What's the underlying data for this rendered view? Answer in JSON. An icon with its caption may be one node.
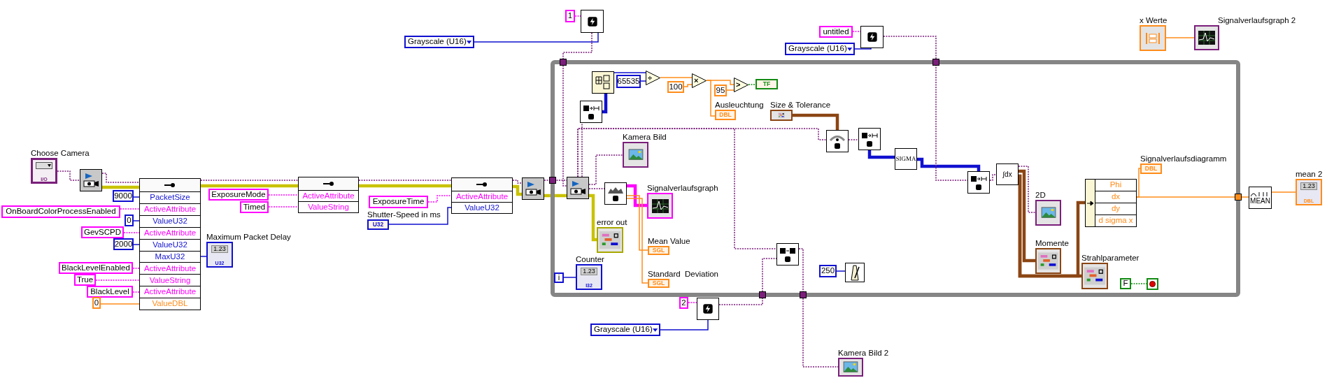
{
  "diagram": {
    "nodes": [
      {
        "text": [
          "Choose Camera",
          "I/O"
        ]
      },
      {
        "text": [],
        "shape": "box"
      },
      {
        "text": [
          "PacketSize",
          "ActiveAttribute",
          "ValueU32",
          "ActiveAttribute",
          "ValueU32",
          "MaxU32",
          "ActiveAttribute",
          "ValueString",
          "ActiveAttribute",
          "ValueDBL"
        ]
      },
      {
        "text": [
          "9000"
        ]
      },
      {
        "text": [
          "OnBoardColorProcessEnabled"
        ]
      },
      {
        "text": [
          "0"
        ]
      },
      {
        "text": [
          "GevSCPD"
        ]
      },
      {
        "text": [
          "2000"
        ]
      },
      {
        "text": [
          "BlackLevelEnabled"
        ]
      },
      {
        "text": [
          "True"
        ]
      },
      {
        "text": [
          "BlackLevel"
        ]
      },
      {
        "text": [
          "0"
        ]
      },
      {
        "text": [
          "Maximum Packet Delay",
          "1.23",
          "U32"
        ]
      },
      {
        "text": [
          "ActiveAttribute",
          "ValueString"
        ]
      },
      {
        "text": [
          "ExposureMode"
        ]
      },
      {
        "text": [
          "Timed"
        ]
      },
      {
        "text": [
          "ActiveAttribute",
          "ValueU32"
        ]
      },
      {
        "text": [
          "ExposureTime"
        ]
      },
      {
        "text": [
          "Shutter-Speed in ms",
          "U32"
        ]
      },
      {
        "text": [],
        "shape": "box"
      },
      {
        "text": [
          "Grayscale (U16)"
        ]
      },
      {
        "text": [
          "1"
        ]
      },
      {
        "text": [],
        "shape": "box"
      },
      {
        "text": [],
        "shape": "box"
      },
      {
        "text": [],
        "shape": "box",
        "in": 23
      },
      {
        "text": [],
        "shape": "box",
        "in": 23
      },
      {
        "text": [
          "65535"
        ],
        "in": 23
      },
      {
        "text": [
          "÷"
        ],
        "in": 23
      },
      {
        "text": [
          "100"
        ],
        "in": 23
      },
      {
        "text": [
          "×"
        ],
        "in": 23
      },
      {
        "text": [
          "95"
        ],
        "in": 23
      },
      {
        "text": [
          ">"
        ],
        "in": 23
      },
      {
        "text": [
          "TF"
        ],
        "in": 23
      },
      {
        "text": [
          "Ausleuchtung",
          "DBL"
        ],
        "in": 23
      },
      {
        "text": [
          "Size & Tolerance"
        ],
        "in": 23
      },
      {
        "text": [],
        "shape": "box",
        "in": 23
      },
      {
        "text": [
          "Kamera Bild"
        ],
        "in": 23
      },
      {
        "text": [],
        "shape": "box",
        "in": 23
      },
      {
        "text": [
          "Signalverlaufsgraph"
        ],
        "in": 23
      },
      {
        "text": [
          "error out"
        ],
        "in": 23
      },
      {
        "text": [
          "Mean Value",
          "SGL"
        ],
        "in": 23
      },
      {
        "text": [
          "Standard  Deviation",
          "SGL"
        ],
        "in": 23
      },
      {
        "text": [
          "Counter",
          "1.23",
          "I32"
        ],
        "in": 23
      },
      {
        "text": [
          "i"
        ],
        "in": 23
      },
      {
        "text": [],
        "shape": "box",
        "in": 23
      },
      {
        "text": [],
        "shape": "box",
        "in": 23
      },
      {
        "text": [
          "SIGMA"
        ],
        "in": 23
      },
      {
        "text": [],
        "shape": "box",
        "in": 23
      },
      {
        "text": [
          "∫dx"
        ],
        "in": 23
      },
      {
        "text": [
          "2D"
        ],
        "in": 23
      },
      {
        "text": [
          "Momente"
        ],
        "in": 23
      },
      {
        "text": [
          "Strahlparameter"
        ],
        "in": 23
      },
      {
        "text": [
          "Phi",
          "dx",
          "dy",
          "d sigma x"
        ],
        "in": 23
      },
      {
        "text": [
          "Signalverlaufsdiagramm",
          "DBL"
        ],
        "in": 23
      },
      {
        "text": [
          "F"
        ],
        "in": 23
      },
      {
        "text": [],
        "shape": "box",
        "in": 23
      },
      {
        "text": [
          "250"
        ],
        "in": 23
      },
      {
        "text": [],
        "shape": "picture",
        "in": 23
      },
      {
        "text": [],
        "shape": "box",
        "in": 23
      },
      {
        "text": [
          "2"
        ]
      },
      {
        "text": [],
        "shape": "box"
      },
      {
        "text": [
          "Grayscale (U16)"
        ]
      },
      {
        "text": [
          "Kamera Bild 2"
        ]
      },
      {
        "text": [
          "untitled"
        ]
      },
      {
        "text": [],
        "shape": "box"
      },
      {
        "text": [
          "Grayscale (U16)"
        ]
      },
      {
        "text": [
          "x Werte"
        ]
      },
      {
        "text": [
          "Signalverlaufsgraph 2"
        ]
      },
      {
        "text": [
          "MEAN"
        ]
      },
      {
        "text": [
          "mean 2",
          "1.23",
          "DBL"
        ]
      }
    ],
    "edges": [
      {
        "from": 0,
        "to": 1,
        "arrow": "none",
        "style": "dashed"
      },
      {
        "from": 1,
        "to": 2,
        "arrow": "none",
        "style": "dashed"
      },
      {
        "from": 1,
        "to": 2,
        "arrow": "none",
        "style": "thick",
        "color": "#c9c200"
      },
      {
        "from": 3,
        "to": 2,
        "arrow": "none",
        "color": "#1010d0"
      },
      {
        "from": 4,
        "to": 2,
        "arrow": "none",
        "style": "dashed",
        "color": "#ff00ff"
      },
      {
        "from": 5,
        "to": 2,
        "arrow": "none",
        "color": "#1010d0"
      },
      {
        "from": 6,
        "to": 2,
        "arrow": "none",
        "style": "dashed",
        "color": "#ff00ff"
      },
      {
        "from": 7,
        "to": 2,
        "arrow": "none",
        "color": "#1010d0"
      },
      {
        "from": 2,
        "to": 12,
        "arrow": "none",
        "color": "#1010d0"
      },
      {
        "from": 8,
        "to": 2,
        "arrow": "none",
        "style": "dashed",
        "color": "#ff00ff"
      },
      {
        "from": 9,
        "to": 2,
        "arrow": "none",
        "style": "dashed",
        "color": "#ff00ff"
      },
      {
        "from": 10,
        "to": 2,
        "arrow": "none",
        "style": "dashed",
        "color": "#ff00ff"
      },
      {
        "from": 11,
        "to": 2,
        "arrow": "none",
        "color": "#ff8c1a"
      },
      {
        "from": 2,
        "to": 13,
        "arrow": "none",
        "style": "dashed"
      },
      {
        "from": 2,
        "to": 13,
        "arrow": "none",
        "style": "thick",
        "color": "#c9c200"
      },
      {
        "from": 14,
        "to": 13,
        "arrow": "none",
        "style": "dashed",
        "color": "#ff00ff"
      },
      {
        "from": 15,
        "to": 13,
        "arrow": "none",
        "style": "dashed",
        "color": "#ff00ff"
      },
      {
        "from": 13,
        "to": 16,
        "arrow": "none",
        "style": "dashed"
      },
      {
        "from": 13,
        "to": 16,
        "arrow": "none",
        "style": "thick",
        "color": "#c9c200"
      },
      {
        "from": 17,
        "to": 16,
        "arrow": "none",
        "style": "dashed",
        "color": "#ff00ff"
      },
      {
        "from": 18,
        "to": 16,
        "arrow": "none",
        "color": "#1010d0"
      },
      {
        "from": 16,
        "to": 19,
        "arrow": "none",
        "style": "dashed"
      },
      {
        "from": 16,
        "to": 19,
        "arrow": "none",
        "style": "thick",
        "color": "#c9c200"
      },
      {
        "from": 19,
        "to": 24,
        "arrow": "none",
        "style": "dashed"
      },
      {
        "from": 19,
        "to": 24,
        "arrow": "none",
        "style": "thick",
        "color": "#c9c200"
      },
      {
        "from": 21,
        "to": 22,
        "arrow": "none",
        "style": "dashed",
        "color": "#ff00ff"
      },
      {
        "from": 20,
        "to": 22,
        "arrow": "none",
        "color": "#1010d0"
      },
      {
        "from": 22,
        "to": 24,
        "arrow": "none",
        "style": "dashed"
      },
      {
        "from": 24,
        "to": 35,
        "arrow": "none",
        "style": "dashed"
      },
      {
        "from": 35,
        "to": 25,
        "arrow": "none",
        "style": "thick",
        "color": "#1010d0"
      },
      {
        "from": 25,
        "to": 27,
        "arrow": "none",
        "color": "#1010d0"
      },
      {
        "from": 26,
        "to": 27,
        "arrow": "none",
        "color": "#1010d0"
      },
      {
        "from": 27,
        "to": 29,
        "arrow": "none",
        "color": "#ff8c1a"
      },
      {
        "from": 28,
        "to": 29,
        "arrow": "none",
        "color": "#ff8c1a"
      },
      {
        "from": 29,
        "to": 31,
        "arrow": "none",
        "color": "#ff8c1a"
      },
      {
        "from": 29,
        "to": 33,
        "arrow": "none",
        "color": "#ff8c1a"
      },
      {
        "from": 30,
        "to": 31,
        "arrow": "none",
        "color": "#ff8c1a"
      },
      {
        "from": 31,
        "to": 32,
        "arrow": "none",
        "style": "dashed",
        "color": "#138a13"
      },
      {
        "from": 24,
        "to": 36,
        "arrow": "none",
        "style": "dashed"
      },
      {
        "from": 24,
        "to": 37,
        "arrow": "none",
        "style": "dashed"
      },
      {
        "from": 24,
        "to": 39,
        "arrow": "none",
        "style": "thick",
        "color": "#c9c200"
      },
      {
        "from": 24,
        "to": 44,
        "arrow": "none",
        "style": "dashed"
      },
      {
        "from": 24,
        "to": 58,
        "arrow": "none",
        "style": "dashed"
      },
      {
        "from": 37,
        "to": 38,
        "arrow": "none",
        "style": "thick",
        "color": "#ff00ff"
      },
      {
        "from": 37,
        "to": 40,
        "arrow": "none",
        "color": "#ff8c1a"
      },
      {
        "from": 37,
        "to": 41,
        "arrow": "none",
        "color": "#ff8c1a"
      },
      {
        "from": 43,
        "to": 42,
        "arrow": "none",
        "color": "#1010d0"
      },
      {
        "from": 34,
        "to": 44,
        "arrow": "none",
        "style": "thick",
        "color": "#8b4513"
      },
      {
        "from": 44,
        "to": 45,
        "arrow": "none",
        "style": "dashed"
      },
      {
        "from": 45,
        "to": 46,
        "arrow": "none",
        "style": "thick",
        "color": "#1010d0"
      },
      {
        "from": 46,
        "to": 47,
        "arrow": "none",
        "style": "thick",
        "color": "#1010d0"
      },
      {
        "from": 64,
        "to": 47,
        "arrow": "none",
        "style": "dashed"
      },
      {
        "from": 47,
        "to": 48,
        "arrow": "none",
        "style": "dashed"
      },
      {
        "from": 48,
        "to": 49,
        "arrow": "none",
        "style": "dashed"
      },
      {
        "from": 48,
        "to": 50,
        "arrow": "none",
        "style": "thick",
        "color": "#8b4513"
      },
      {
        "from": 48,
        "to": 51,
        "arrow": "none",
        "style": "thick",
        "color": "#8b4513"
      },
      {
        "from": 48,
        "to": 52,
        "arrow": "none",
        "style": "thick",
        "color": "#8b4513"
      },
      {
        "from": 52,
        "to": 53,
        "arrow": "none",
        "color": "#ff8c1a"
      },
      {
        "from": 52,
        "to": 68,
        "arrow": "none",
        "color": "#ff8c1a"
      },
      {
        "from": 68,
        "to": 69,
        "arrow": "none",
        "color": "#ff8c1a"
      },
      {
        "from": 54,
        "to": 55,
        "arrow": "none",
        "style": "dashed",
        "color": "#138a13"
      },
      {
        "from": 56,
        "to": 57,
        "arrow": "none",
        "color": "#1010d0"
      },
      {
        "from": 60,
        "to": 58,
        "arrow": "none",
        "style": "dashed"
      },
      {
        "from": 58,
        "to": 62,
        "arrow": "none",
        "style": "dashed"
      },
      {
        "from": 59,
        "to": 60,
        "arrow": "none",
        "style": "dashed",
        "color": "#ff00ff"
      },
      {
        "from": 61,
        "to": 60,
        "arrow": "none",
        "color": "#1010d0"
      },
      {
        "from": 63,
        "to": 64,
        "arrow": "none",
        "style": "dashed",
        "color": "#ff00ff"
      },
      {
        "from": 65,
        "to": 64,
        "arrow": "none",
        "color": "#1010d0"
      },
      {
        "from": 66,
        "to": 67,
        "arrow": "none",
        "color": "#ff8c1a"
      }
    ]
  }
}
